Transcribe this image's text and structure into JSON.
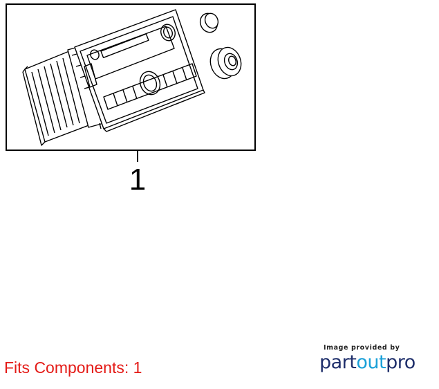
{
  "diagram": {
    "callout_label": "1",
    "colors": {
      "line": "#000000",
      "background": "#ffffff"
    }
  },
  "fits": {
    "text": "Fits Components: 1",
    "color": "#e41b17"
  },
  "credit": {
    "provided_by": "Image provided by",
    "logo_part1": "part",
    "logo_part2": "out",
    "logo_part3": "pro",
    "colors": {
      "dark": "#1f2f6b",
      "light": "#1aa0d8"
    }
  }
}
